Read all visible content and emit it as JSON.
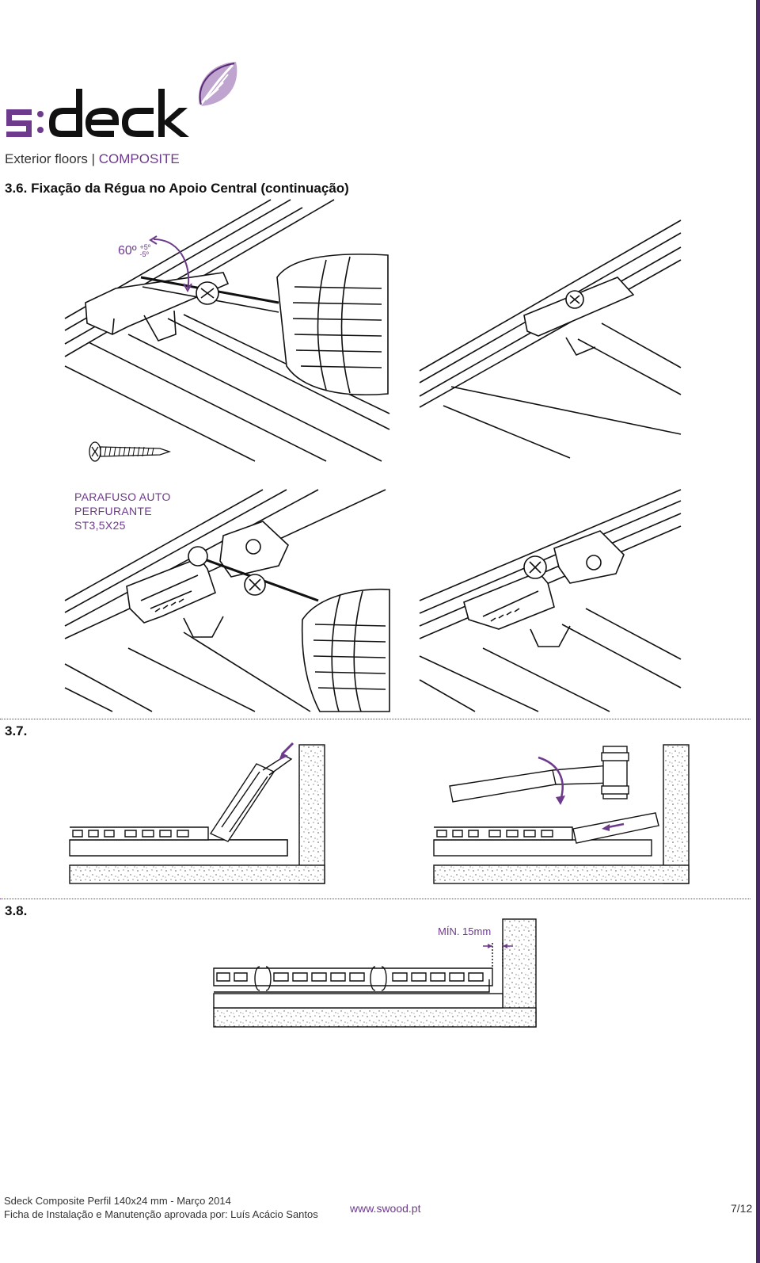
{
  "brand": {
    "name": "s:deck",
    "tagline_main": "Exterior floors",
    "tagline_separator": "|",
    "tagline_accent": "COMPOSITE",
    "accent_color": "#6d3a8c"
  },
  "section_3_6": {
    "title": "3.6. Fixação da Régua no Apoio Central (continuação)",
    "angle": {
      "main": "60º",
      "plus": "+5º",
      "minus": "-5º"
    },
    "screw_label": [
      "PARAFUSO AUTO",
      "PERFURANTE",
      "ST3,5X25"
    ]
  },
  "section_3_7": {
    "title": "3.7."
  },
  "section_3_8": {
    "title": "3.8.",
    "min_gap": "MÍN. 15mm"
  },
  "footer": {
    "line1": "Sdeck Composite Perfil 140x24 mm - Março 2014",
    "line2": "Ficha de Instalação e Manutenção aprovada por: Luís Acácio Santos",
    "url": "www.swood.pt",
    "page": "7/12"
  },
  "icons": [
    "leaf-logo-icon",
    "screw-icon",
    "drill-icon",
    "hammer-icon",
    "arrow-icon"
  ]
}
